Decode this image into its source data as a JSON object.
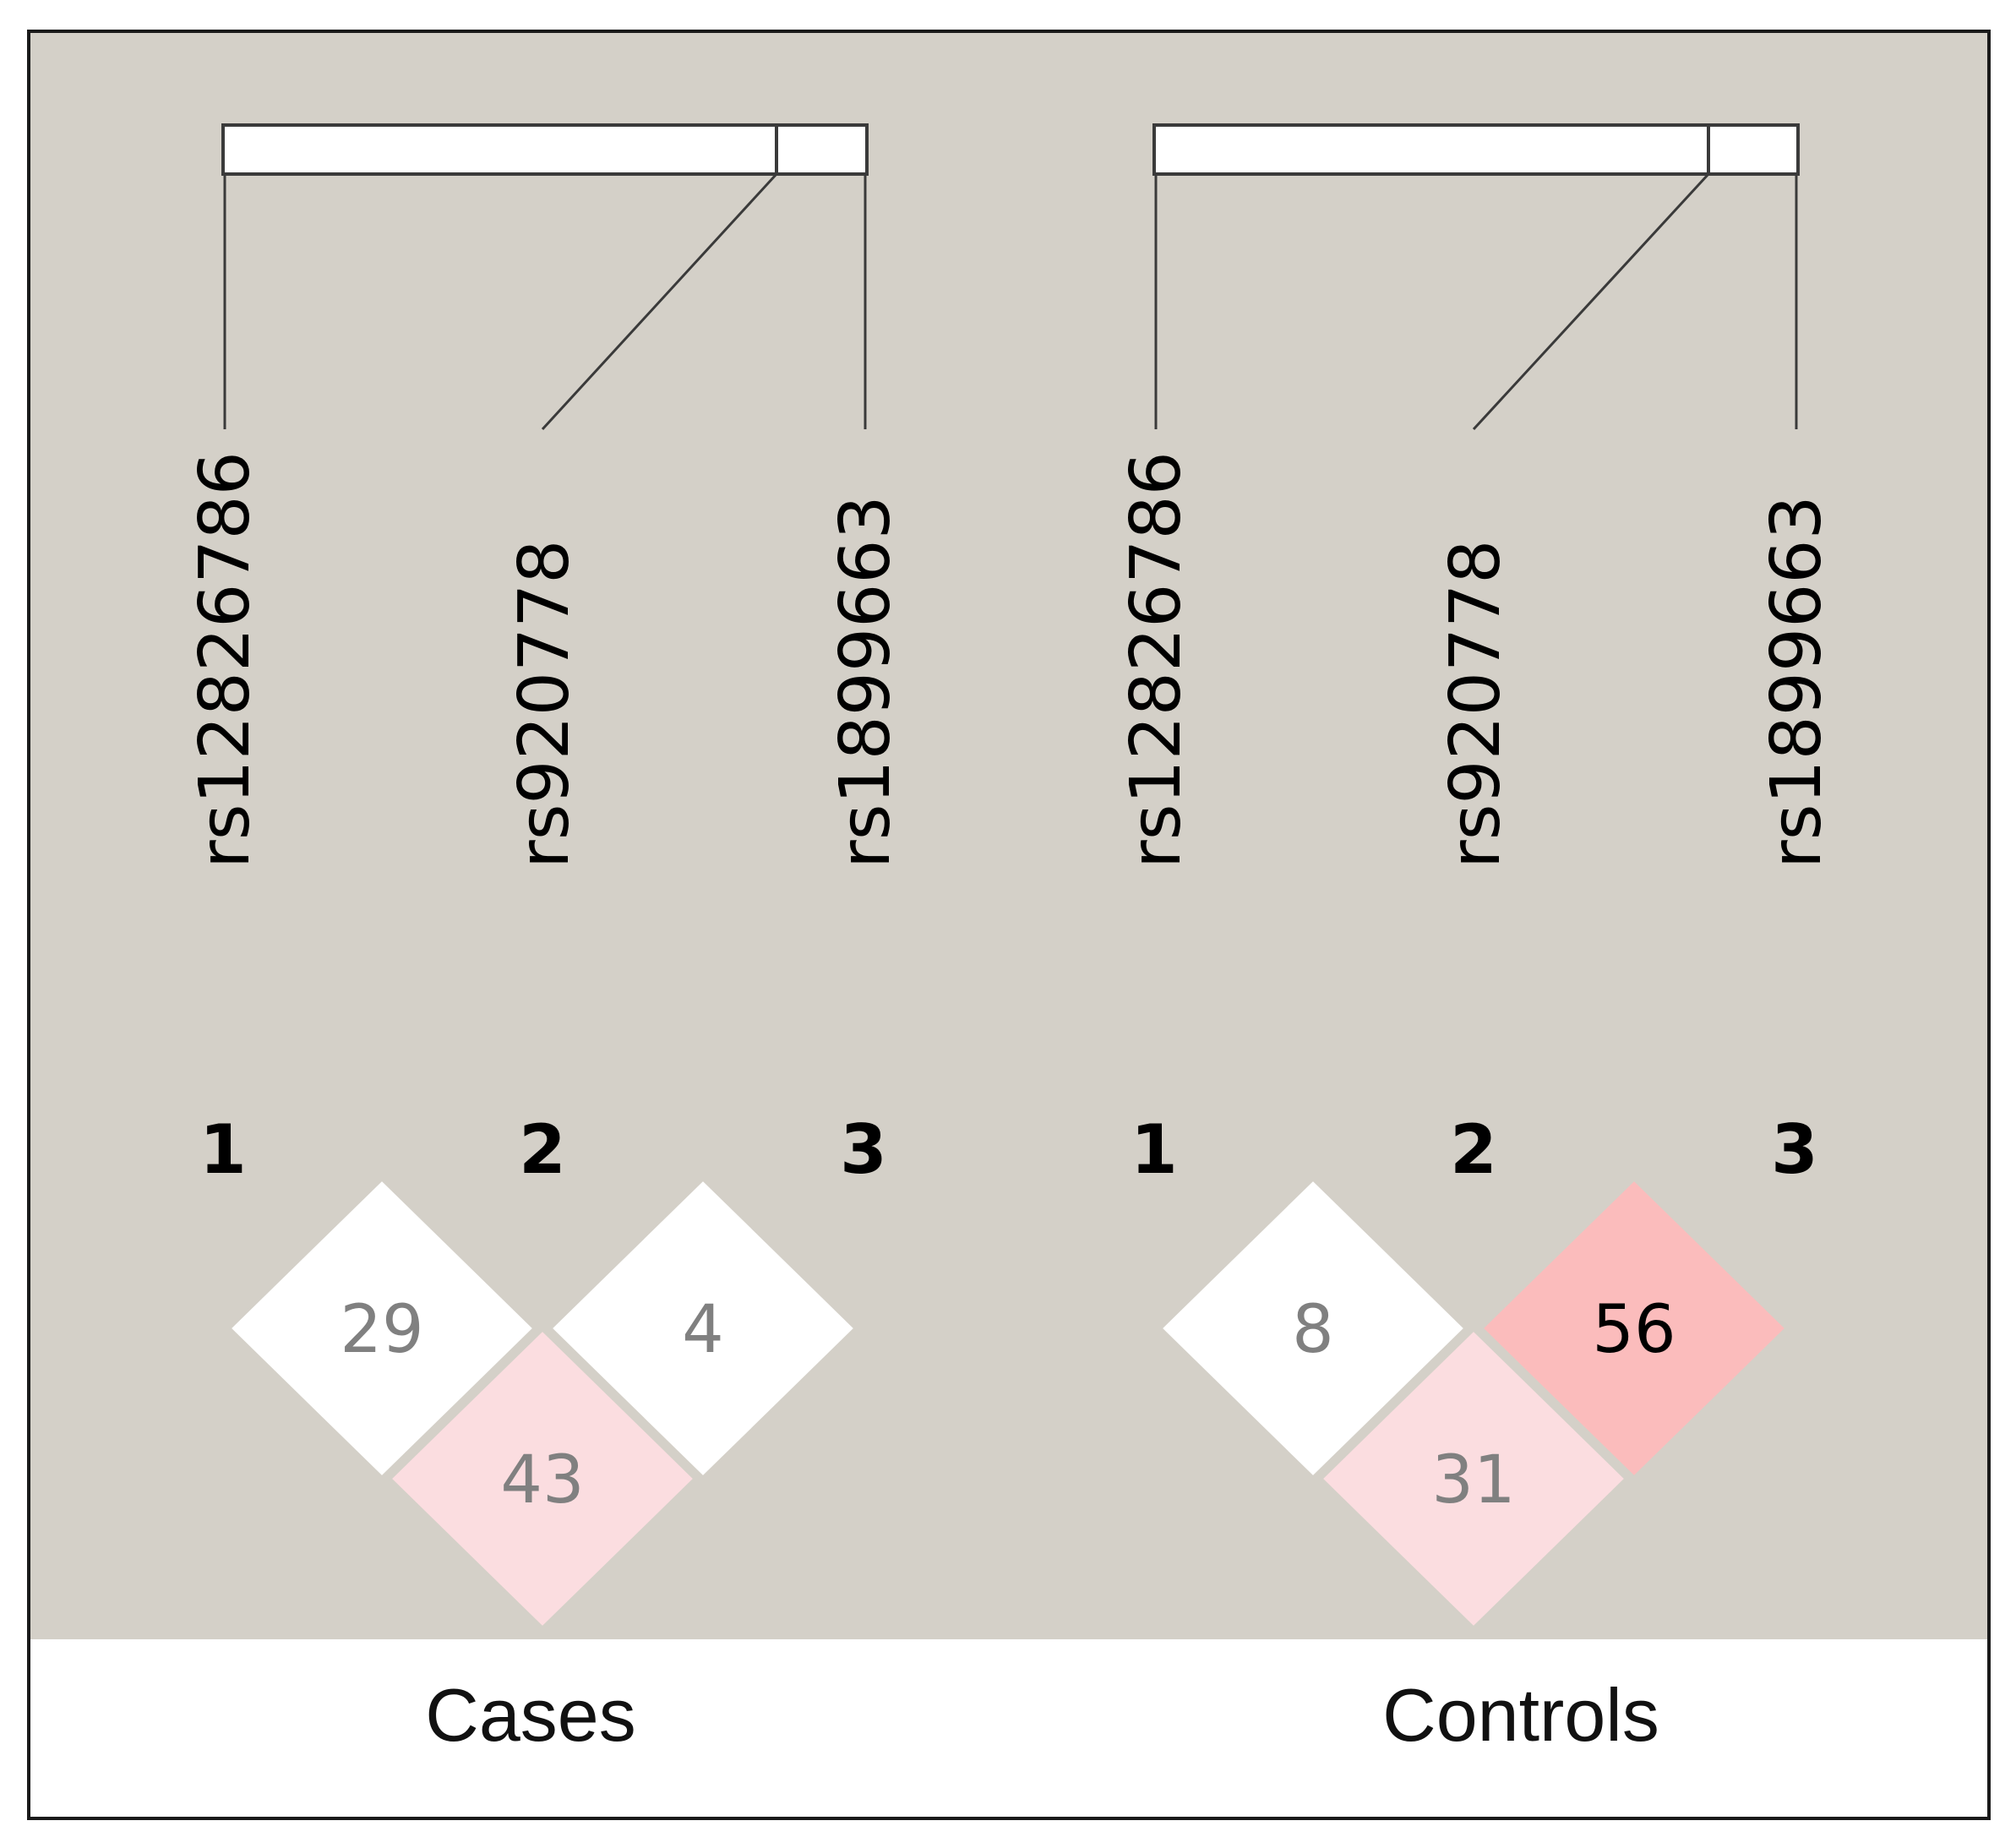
{
  "panels": [
    {
      "caption": "Cases",
      "snps": [
        "rs12826786",
        "rs920778",
        "rs1899663"
      ],
      "indices": [
        "1",
        "2",
        "3"
      ],
      "ld_cells": [
        {
          "pair": "1-2",
          "value": "29",
          "fill": "#ffffff",
          "text_color": "#808080"
        },
        {
          "pair": "2-3",
          "value": "4",
          "fill": "#ffffff",
          "text_color": "#808080"
        },
        {
          "pair": "1-3",
          "value": "43",
          "fill": "#fbdde0",
          "text_color": "#808080"
        }
      ]
    },
    {
      "caption": "Controls",
      "snps": [
        "rs12826786",
        "rs920778",
        "rs1899663"
      ],
      "indices": [
        "1",
        "2",
        "3"
      ],
      "ld_cells": [
        {
          "pair": "1-2",
          "value": "8",
          "fill": "#ffffff",
          "text_color": "#808080"
        },
        {
          "pair": "2-3",
          "value": "56",
          "fill": "#fbbcbc",
          "text_color": "#000000"
        },
        {
          "pair": "1-3",
          "value": "31",
          "fill": "#fbdde0",
          "text_color": "#808080"
        }
      ]
    }
  ],
  "colors": {
    "panel_background": "#d4d0c8",
    "caption_background": "#ffffff",
    "border": "#1a1a1a",
    "track": "#ffffff",
    "line": "#3a3a3a"
  }
}
